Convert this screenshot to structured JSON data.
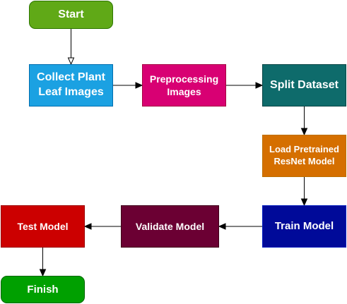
{
  "nodes": {
    "start": {
      "label": "Start",
      "fill": "#60a917",
      "stroke": "#2d7600"
    },
    "collect": {
      "label": "Collect Plant\nLeaf Images",
      "fill": "#1ba1e2",
      "stroke": "#006eaf"
    },
    "prep": {
      "label": "Preprocessing\nImages",
      "fill": "#d80073",
      "stroke": "#a50040"
    },
    "split": {
      "label": "Split Dataset",
      "fill": "#0e6b6b",
      "stroke": "#0a4545"
    },
    "load": {
      "label": "Load Pretrained\nResNet Model",
      "fill": "#d56f00",
      "stroke": "#bd7000"
    },
    "train": {
      "label": "Train Model",
      "fill": "#000a99",
      "stroke": "#001dbc"
    },
    "validate": {
      "label": "Validate Model",
      "fill": "#6b0033",
      "stroke": "#3f0019"
    },
    "test": {
      "label": "Test Model",
      "fill": "#cc0000",
      "stroke": "#9b0000"
    },
    "finish": {
      "label": "Finish",
      "fill": "#00a000",
      "stroke": "#006600"
    }
  },
  "edges": [
    {
      "from": "start",
      "to": "collect",
      "head": "open"
    },
    {
      "from": "collect",
      "to": "prep",
      "head": "filled"
    },
    {
      "from": "prep",
      "to": "split",
      "head": "filled"
    },
    {
      "from": "split",
      "to": "load",
      "head": "filled"
    },
    {
      "from": "load",
      "to": "train",
      "head": "filled"
    },
    {
      "from": "train",
      "to": "validate",
      "head": "filled"
    },
    {
      "from": "validate",
      "to": "test",
      "head": "filled"
    },
    {
      "from": "test",
      "to": "finish",
      "head": "filled"
    }
  ]
}
